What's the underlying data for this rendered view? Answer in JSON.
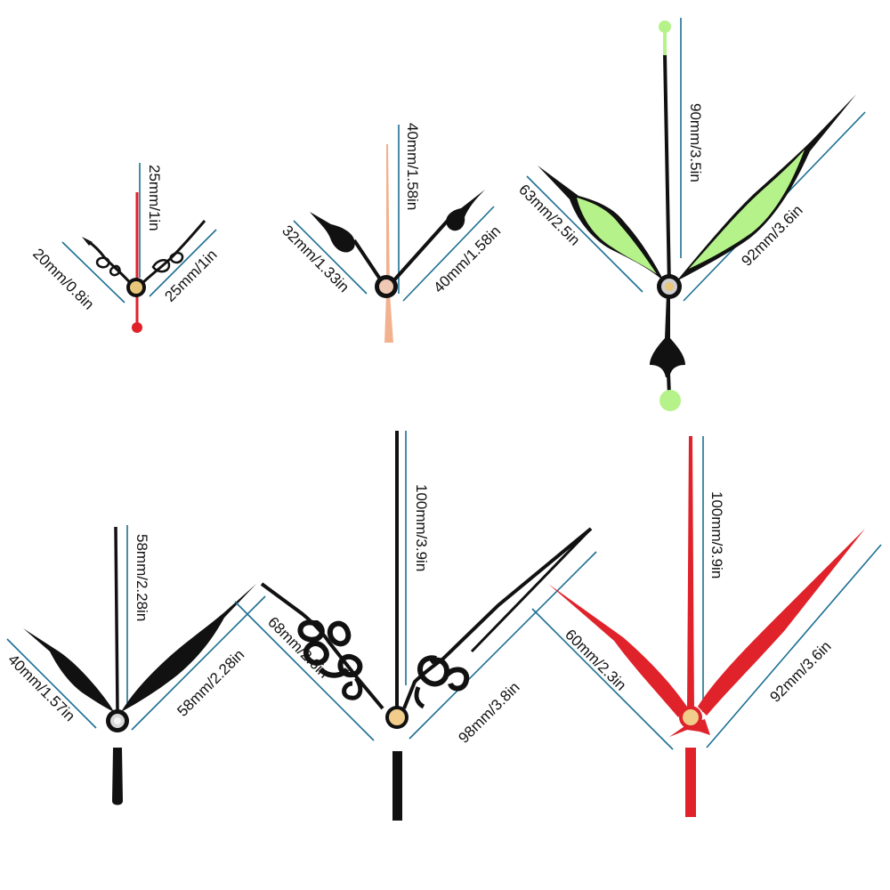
{
  "colors": {
    "dimension_line": "#1d6f93",
    "hand_black": "#111111",
    "hand_red": "#e0222a",
    "hand_rose_gold": "#f2b28f",
    "luminous_green": "#b6f28a",
    "hub_gold": "#e8c77a"
  },
  "sets": [
    {
      "style": "small ornate black with red second hand",
      "labels": {
        "second": "25mm/1in",
        "hour": "20mm/0.8in",
        "minute": "25mm/1in"
      }
    },
    {
      "style": "black spade with rose-gold second hand",
      "labels": {
        "second": "40mm/1.58in",
        "hour": "32mm/1.33in",
        "minute": "40mm/1.58in"
      }
    },
    {
      "style": "black with luminous green fill",
      "labels": {
        "second": "90mm/3.5in",
        "hour": "63mm/2.5in",
        "minute": "92mm/3.6in"
      }
    },
    {
      "style": "black leaf",
      "labels": {
        "second": "58mm/2.28in",
        "hour": "40mm/1.57in",
        "minute": "58mm/2.28in"
      }
    },
    {
      "style": "black ornate scroll",
      "labels": {
        "second": "100mm/3.9in",
        "hour": "68mm/2.6in",
        "minute": "98mm/3.8in"
      }
    },
    {
      "style": "red tapered",
      "labels": {
        "second": "100mm/3.9in",
        "hour": "60mm/2.3in",
        "minute": "92mm/3.6in"
      }
    }
  ]
}
